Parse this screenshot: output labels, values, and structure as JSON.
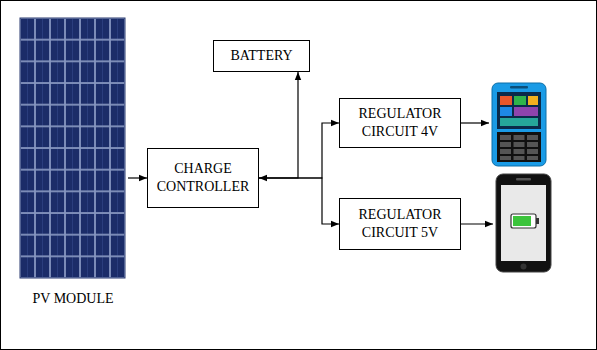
{
  "diagram": {
    "nodes": [
      {
        "text": [
          "PV MODULE"
        ]
      },
      {
        "text": [
          "CHARGE CONTROLLER"
        ]
      },
      {
        "text": [
          "BATTERY"
        ]
      },
      {
        "text": [
          "REGULATOR CIRCUIT 4V"
        ]
      },
      {
        "text": [
          "REGULATOR CIRCUIT 5V"
        ]
      }
    ],
    "edges": [
      {
        "from": 0,
        "to": 1,
        "arrow": "to"
      },
      {
        "from": 1,
        "to": 2,
        "arrow": "both"
      },
      {
        "from": 1,
        "to": 3,
        "arrow": "to"
      },
      {
        "from": 1,
        "to": 4,
        "arrow": "to"
      }
    ]
  }
}
